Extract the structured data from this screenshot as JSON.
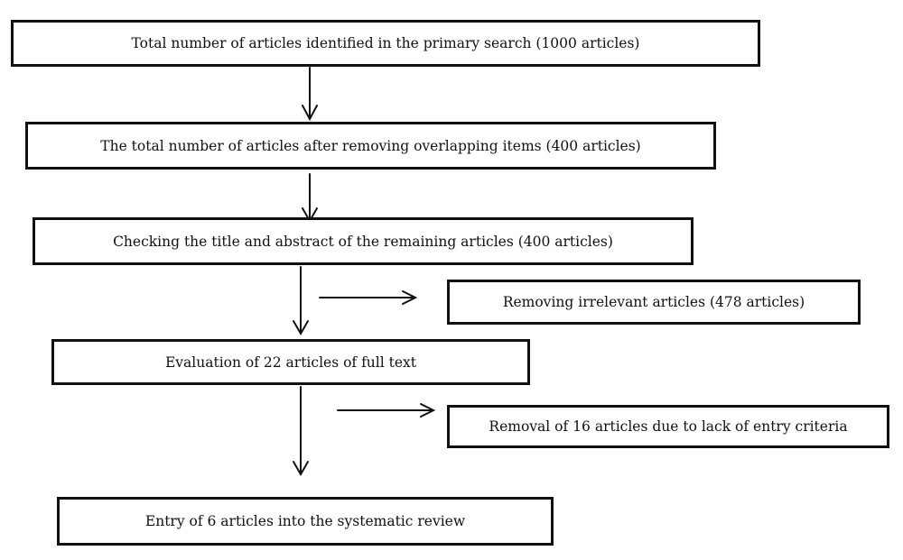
{
  "flowchart": {
    "boxes": {
      "identified": "Total number of articles identified in the primary search (1000 articles)",
      "after_overlap": "The total number of articles after removing overlapping items (400 articles)",
      "screening": "Checking the title and abstract of the remaining articles (400 articles)",
      "irrelevant_removed": "Removing irrelevant articles (478 articles)",
      "full_text": "Evaluation of 22 articles of full text",
      "criteria_removed": "Removal of 16 articles due to lack of entry criteria",
      "included": "Entry of 6 articles into the systematic review"
    }
  }
}
